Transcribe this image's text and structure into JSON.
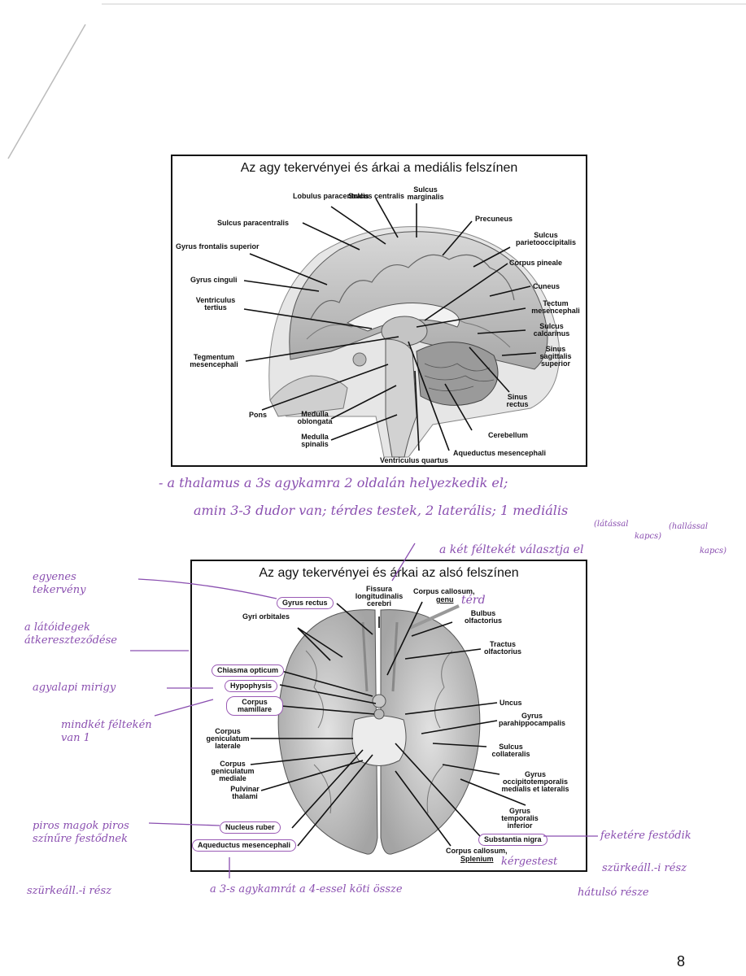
{
  "figure1": {
    "title": "Az agy tekervényei és árkai a mediális felszínen",
    "labels": {
      "lobulus": "Lobulus paracentralis",
      "sulcus_centralis": "Sulcus centralis",
      "sulcus_marginalis": "Sulcus marginalis",
      "sulcus_paracentralis": "Sulcus paracentralis",
      "precuneus": "Precuneus",
      "gyrus_frontalis": "Gyrus frontalis superior",
      "sulcus_parietooccipitalis": "Sulcus parietooccipitalis",
      "corpus_pineale": "Corpus pineale",
      "gyrus_cinguli": "Gyrus cinguli",
      "cuneus": "Cuneus",
      "ventriculus_tertius": "Ventriculus tertius",
      "tectum": "Tectum mesencephali",
      "sulcus_calcarinus": "Sulcus calcarinus",
      "sinus_sagittalis": "Sinus sagittalis superior",
      "tegmentum": "Tegmentum mesencephali",
      "sinus_rectus": "Sinus rectus",
      "pons": "Pons",
      "medulla_oblongata": "Medulla oblongata",
      "cerebellum": "Cerebellum",
      "medulla_spinalis": "Medulla spinalis",
      "aqueductus": "Aqueductus mesencephali",
      "ventriculus_quartus": "Ventriculus quartus"
    }
  },
  "figure2": {
    "title": "Az agy tekervényei és árkai az alsó felszínen",
    "labels": {
      "fissura": "Fissura longitudinalis cerebri",
      "corpus_callosum_genu": "Corpus callosum,",
      "genu": "genu",
      "gyrus_rectus": "Gyrus rectus",
      "gyri_orbitales": "Gyri orbitales",
      "bulbus": "Bulbus olfactorius",
      "tractus": "Tractus olfactorius",
      "chiasma": "Chiasma opticum",
      "hypophysis": "Hypophysis",
      "corpus_mamillare": "Corpus mamillare",
      "uncus": "Uncus",
      "gyrus_parahippocampalis": "Gyrus parahippocampalis",
      "cgl": "Corpus geniculatum laterale",
      "sulcus_collateralis": "Sulcus collateralis",
      "cgm": "Corpus geniculatum mediale",
      "gyrus_occipitotemporalis": "Gyrus occipitotemporalis medialis et lateralis",
      "pulvinar": "Pulvinar thalami",
      "gyrus_temporalis": "Gyrus temporalis inferior",
      "nucleus_ruber": "Nucleus ruber",
      "substantia_nigra": "Substantia nigra",
      "aqueductus": "Aqueductus mesencephali",
      "splenium_1": "Corpus callosum,",
      "splenium_2": "Splenium"
    }
  },
  "handwriting": {
    "line1": "- a thalamus a 3s agykamra 2 oldalán helyezkedik el;",
    "line2": "amin 3-3 dudor van; térdes testek, 2 laterális; 1 mediális",
    "note_latas": "(látással",
    "note_latas2": "kapcs)",
    "note_hallas": "(hallással",
    "note_hallas2": "kapcs)",
    "line3": "a két féltekét választja el",
    "egyenes": "egyenes tekervény",
    "latoidegek": "a látóidegek átkereszteződése",
    "agyalapi": "agyalapi mirigy",
    "mindket": "mindkét féltekén van 1",
    "terd": "térd",
    "piros": "piros magok piros színűre festődnek",
    "szurkeall1": "szürkeáll.-i rész",
    "fekete": "feketére festődik",
    "szurkeall2": "szürkeáll.-i rész",
    "kergestest": "kérgestest",
    "hatulso": "hátulsó része",
    "bottom": "a 3-s agykamrát a 4-essel köti össze"
  },
  "page_number": "8"
}
